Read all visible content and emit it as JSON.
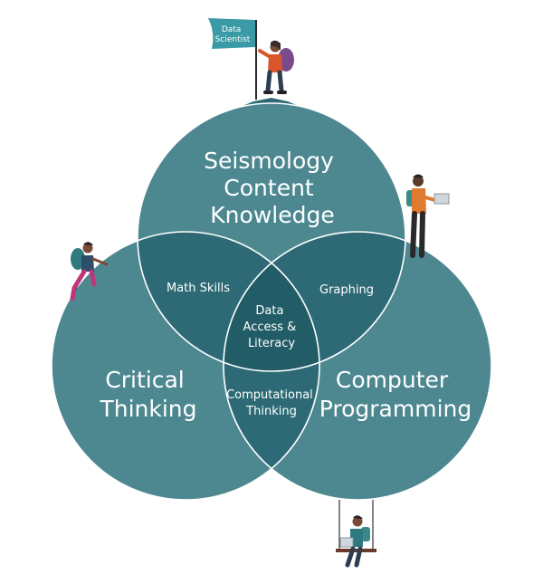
{
  "flag": {
    "text": "Data Scientist",
    "line1": "Data",
    "line2": "Scientist"
  },
  "circles": {
    "top": {
      "line1": "Seismology",
      "line2": "Content",
      "line3": "Knowledge"
    },
    "left": {
      "line1": "Critical",
      "line2": "Thinking"
    },
    "right": {
      "line1": "Computer",
      "line2": "Programming"
    }
  },
  "overlaps": {
    "top_left": "Math Skills",
    "top_right": "Graphing",
    "left_right": {
      "line1": "Computational",
      "line2": "Thinking"
    },
    "center": {
      "line1": "Data",
      "line2": "Access &",
      "line3": "Literacy"
    }
  },
  "people": [
    {
      "name": "summit-person",
      "role": "data scientist at summit with flag"
    },
    {
      "name": "laptop-person",
      "role": "standing with laptop"
    },
    {
      "name": "climber-person",
      "role": "climbing left circle"
    },
    {
      "name": "swing-person",
      "role": "sitting on swing with laptop"
    }
  ],
  "colors": {
    "circle": "#4d8891",
    "overlap": "#2d6a75",
    "center": "#225c67",
    "stroke": "#ffffff",
    "flag": "#3a9aa5"
  }
}
